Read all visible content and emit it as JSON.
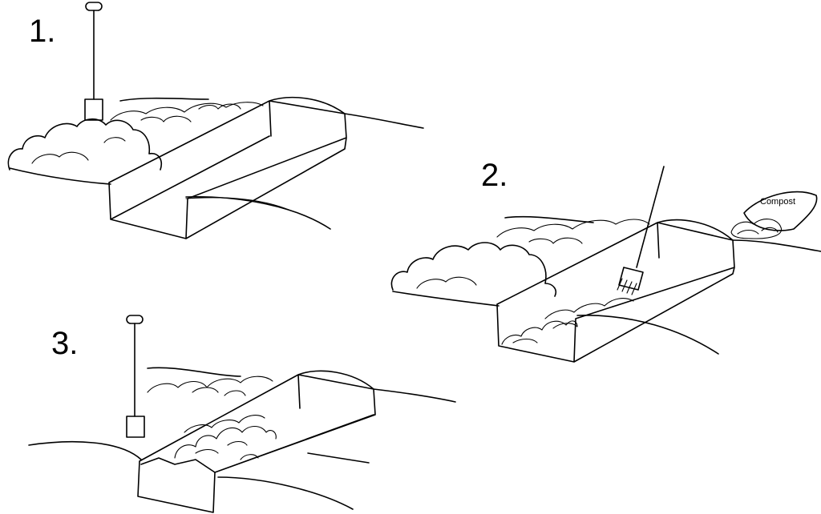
{
  "steps": [
    {
      "number": "1."
    },
    {
      "number": "2."
    },
    {
      "number": "3."
    }
  ],
  "compost_bag": {
    "label": "Compost"
  }
}
